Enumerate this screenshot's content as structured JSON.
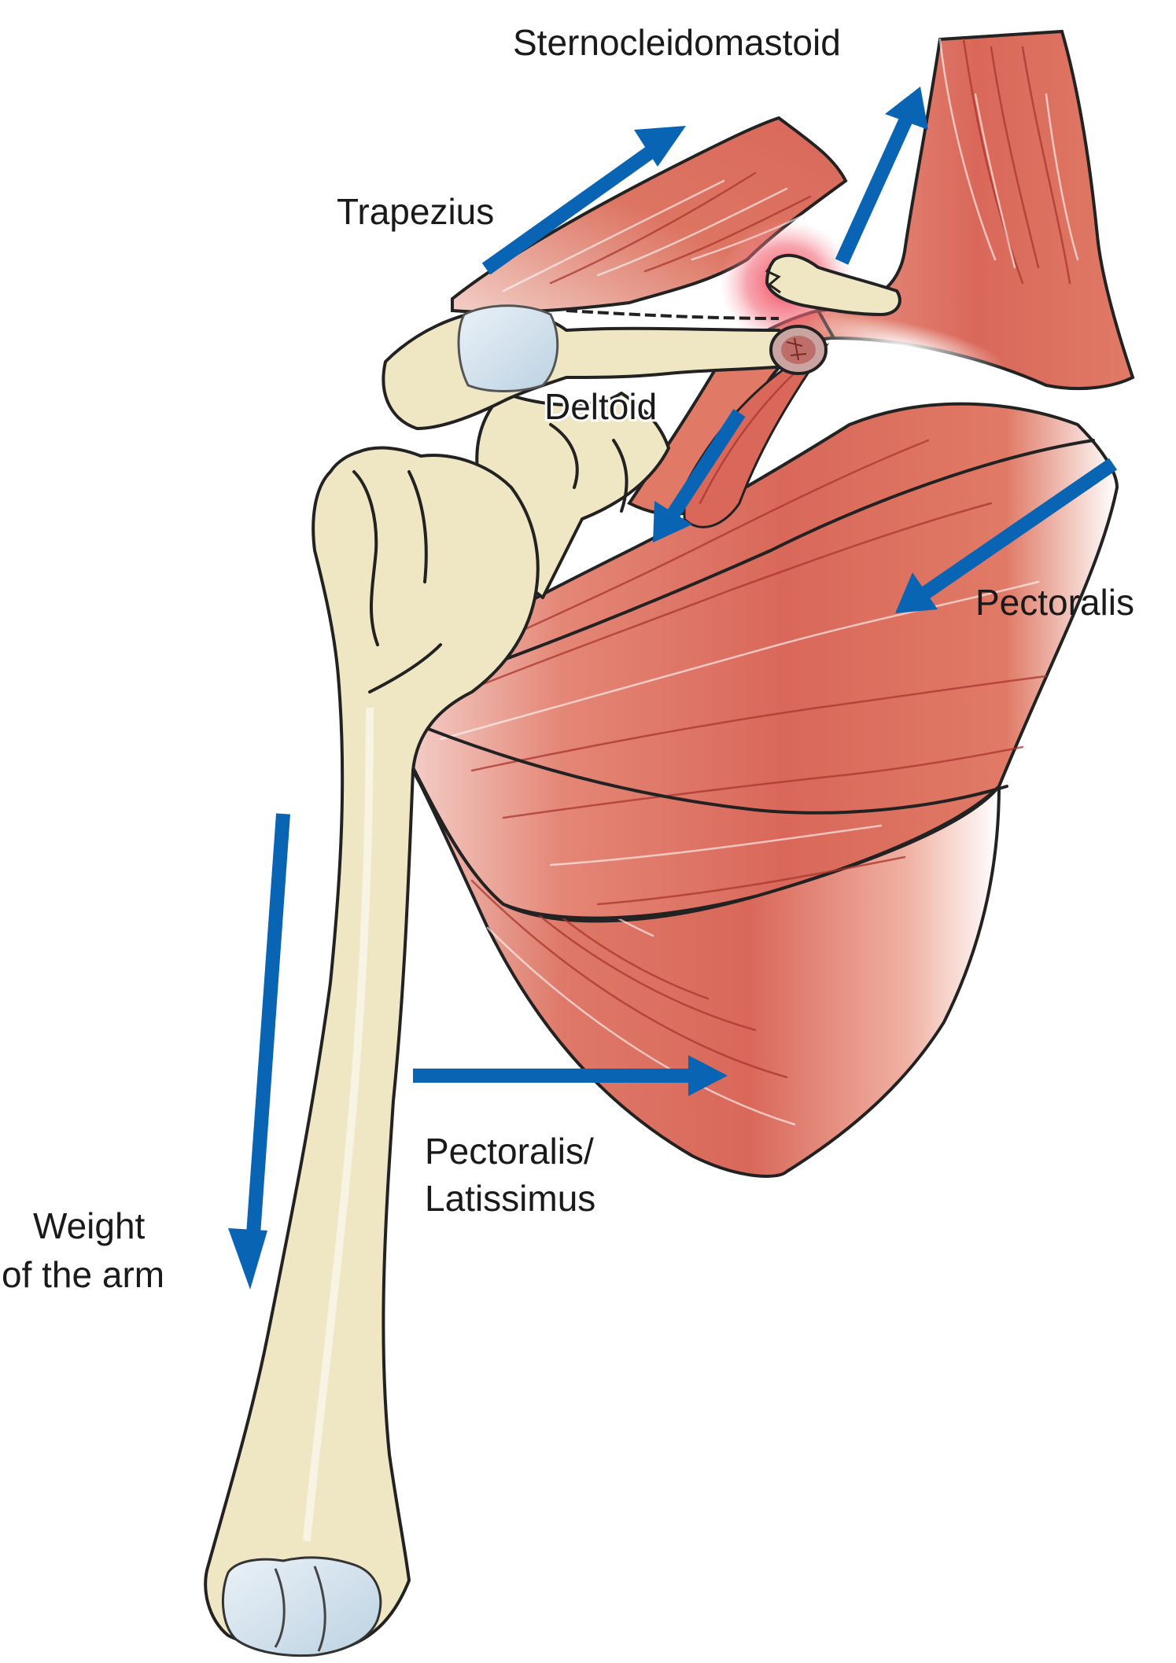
{
  "labels": {
    "sternocleidomastoid": "Sternocleidomastoid",
    "trapezius": "Trapezius",
    "deltoid": "Deltoid",
    "pectoralis": "Pectoralis",
    "pectoralis_latissimus_line1": "Pectoralis/",
    "pectoralis_latissimus_line2": "Latissimus",
    "weight_line1": "Weight",
    "weight_line2": "of the arm"
  },
  "colors": {
    "arrow": "#0a64b4",
    "muscle": "#d9685a",
    "bone": "#efe7c4",
    "cartilage": "#c9dbe8",
    "inflammation": "#f04a5a"
  }
}
